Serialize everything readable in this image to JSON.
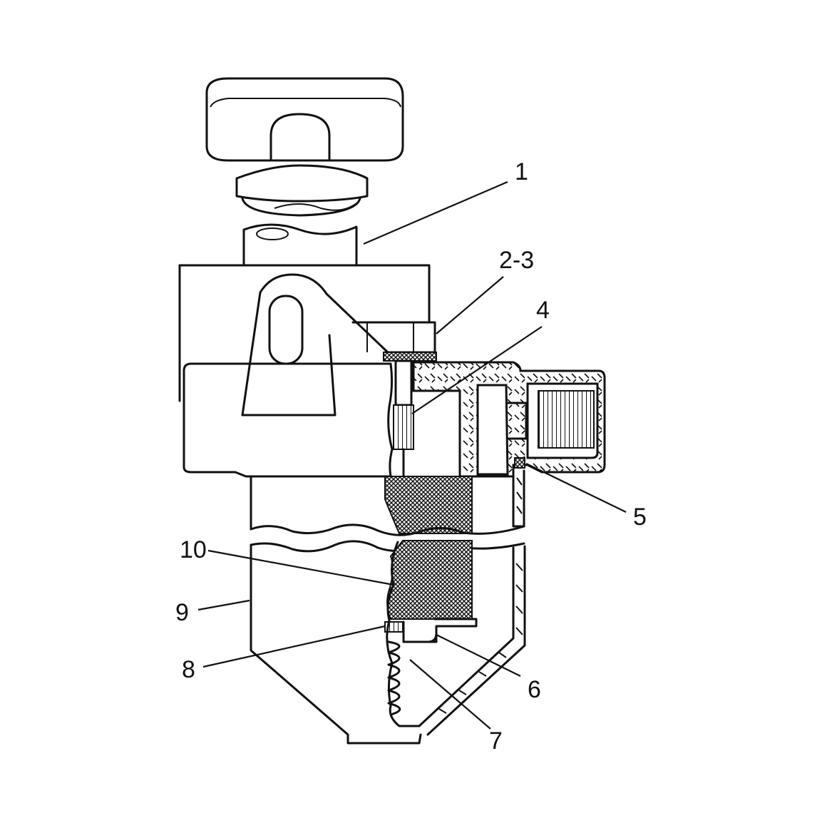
{
  "figure": {
    "callouts": [
      {
        "id": "1",
        "text": "1"
      },
      {
        "id": "2-3",
        "text": "2-3"
      },
      {
        "id": "4",
        "text": "4"
      },
      {
        "id": "5",
        "text": "5"
      },
      {
        "id": "6",
        "text": "6"
      },
      {
        "id": "7",
        "text": "7"
      },
      {
        "id": "8",
        "text": "8"
      },
      {
        "id": "9",
        "text": "9"
      },
      {
        "id": "10",
        "text": "10"
      }
    ],
    "colors": {
      "ink": "#111111",
      "paper": "#ffffff"
    }
  }
}
